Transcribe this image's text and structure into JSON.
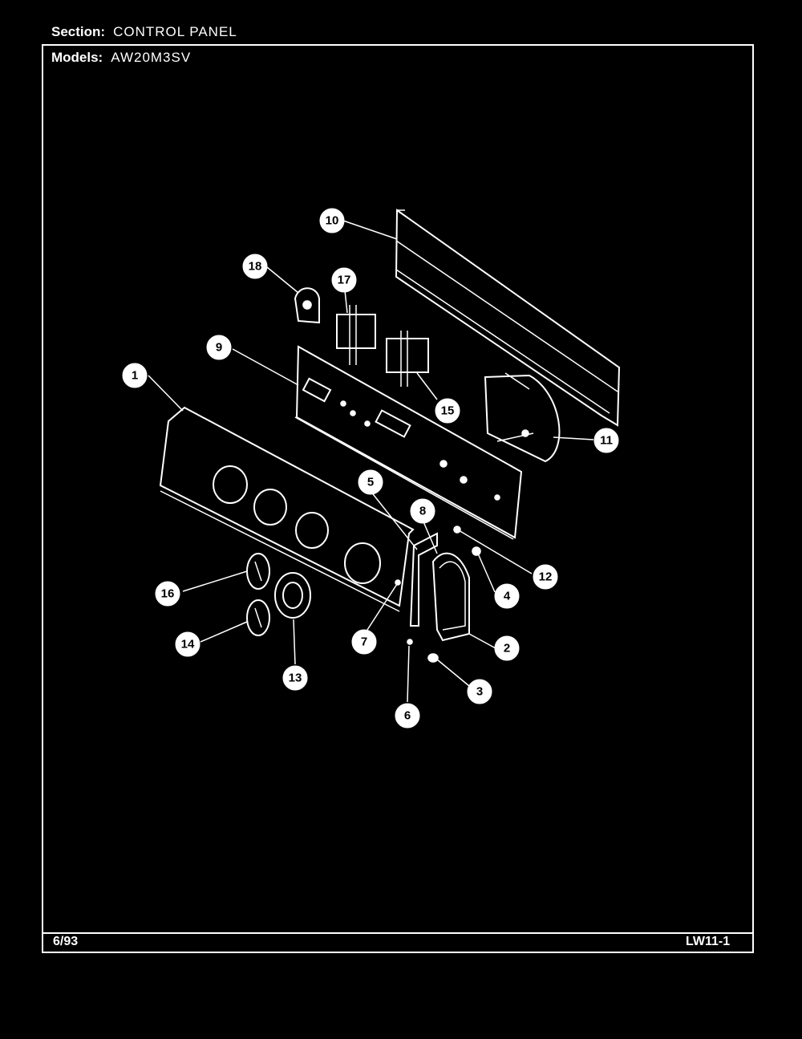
{
  "header": {
    "section_label": "Section:",
    "section_value": "CONTROL PANEL",
    "models_label": "Models:",
    "models_value": "AW20M3SV"
  },
  "footer": {
    "date": "6/93",
    "page_code": "LW11-1"
  },
  "callouts": [
    "1",
    "2",
    "3",
    "4",
    "5",
    "6",
    "7",
    "8",
    "9",
    "10",
    "11",
    "12",
    "13",
    "14",
    "15",
    "16",
    "17",
    "18"
  ],
  "colors": {
    "background": "#000000",
    "foreground": "#ffffff"
  }
}
